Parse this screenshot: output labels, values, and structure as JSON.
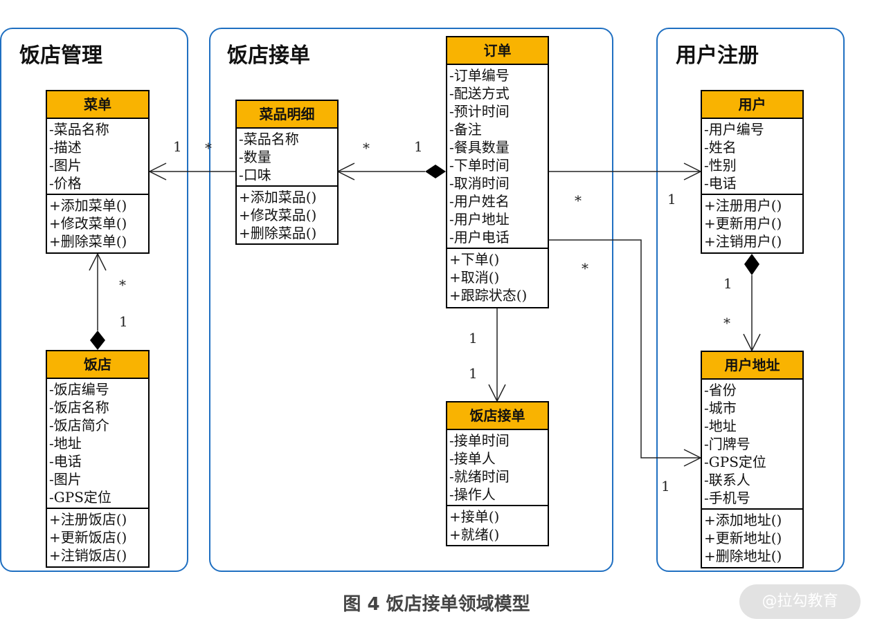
{
  "domains": {
    "restaurant_mgmt": "饭店管理",
    "order_taking": "饭店接单",
    "user_registration": "用户注册"
  },
  "classes": {
    "menu": {
      "name": "菜单",
      "attributes": [
        "-菜品名称",
        "-描述",
        "-图片",
        "-价格"
      ],
      "operations": [
        "+添加菜单()",
        "+修改菜单()",
        "+删除菜单()"
      ]
    },
    "restaurant": {
      "name": "饭店",
      "attributes": [
        "-饭店编号",
        "-饭店名称",
        "-饭店简介",
        "-地址",
        "-电话",
        "-图片",
        "-GPS定位"
      ],
      "operations": [
        "+注册饭店()",
        "+更新饭店()",
        "+注销饭店()"
      ]
    },
    "dish_detail": {
      "name": "菜品明细",
      "attributes": [
        "-菜品名称",
        "-数量",
        "-口味"
      ],
      "operations": [
        "+添加菜品()",
        "+修改菜品()",
        "+删除菜品()"
      ]
    },
    "order": {
      "name": "订单",
      "attributes": [
        "-订单编号",
        "-配送方式",
        "-预计时间",
        "-备注",
        "-餐具数量",
        "-下单时间",
        "-取消时间",
        "-用户姓名",
        "-用户地址",
        "-用户电话"
      ],
      "operations": [
        "+下单()",
        "+取消()",
        "+跟踪状态()"
      ]
    },
    "acceptance": {
      "name": "饭店接单",
      "attributes": [
        "-接单时间",
        "-接单人",
        "-就绪时间",
        "-操作人"
      ],
      "operations": [
        "+接单()",
        "+就绪()"
      ]
    },
    "user": {
      "name": "用户",
      "attributes": [
        "-用户编号",
        "-姓名",
        "-性别",
        "-电话"
      ],
      "operations": [
        "+注册用户()",
        "+更新用户()",
        "+注销用户()"
      ]
    },
    "user_address": {
      "name": "用户地址",
      "attributes": [
        "-省份",
        "-城市",
        "-地址",
        "-门牌号",
        "-GPS定位",
        "-联系人",
        "-手机号"
      ],
      "operations": [
        "+添加地址()",
        "+更新地址()",
        "+删除地址()"
      ]
    }
  },
  "multiplicities": {
    "dish_menu_menu_end": "1",
    "dish_menu_dish_end": "*",
    "order_dish_dish_end": "*",
    "order_dish_order_end": "1",
    "menu_restaurant_menu_end": "*",
    "menu_restaurant_restaurant_end": "1",
    "order_user_order_end": "*",
    "order_user_user_end": "1",
    "order_address_order_end": "*",
    "order_address_address_end": "1",
    "order_accept_order_end": "1",
    "order_accept_accept_end": "1",
    "user_address_user_end": "1",
    "user_address_address_end": "*"
  },
  "caption": "图 4 饭店接单领域模型",
  "watermark": "@拉勾教育",
  "colors": {
    "domain_border": "#1f6fc1",
    "class_header": "#f9b301"
  }
}
